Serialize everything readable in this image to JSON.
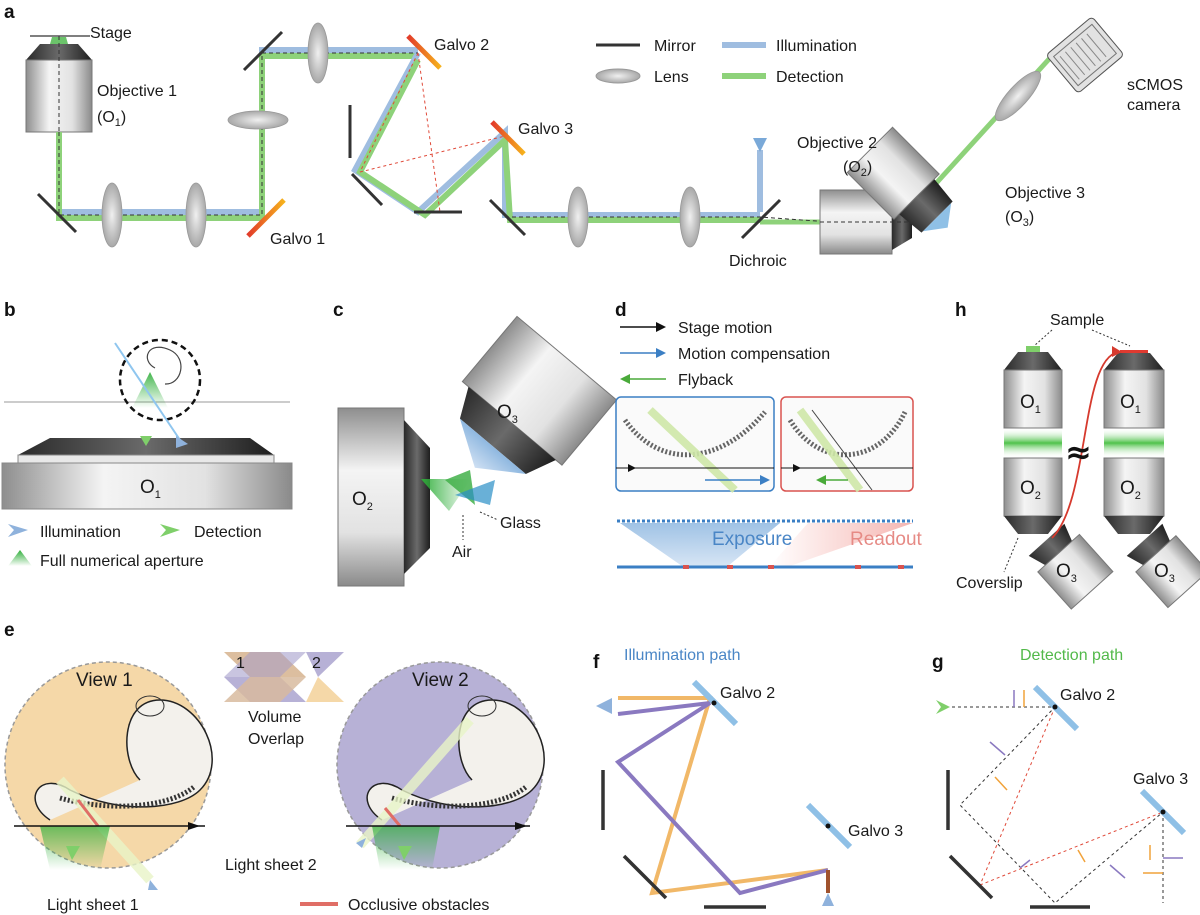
{
  "panels": {
    "a": "a",
    "b": "b",
    "c": "c",
    "d": "d",
    "e": "e",
    "f": "f",
    "g": "g",
    "h": "h"
  },
  "a": {
    "stage": "Stage",
    "objective1": "Objective 1",
    "o1_paren_open": "(O",
    "o1_sub": "1",
    "paren_close": ")",
    "galvo1": "Galvo 1",
    "galvo2": "Galvo 2",
    "galvo3": "Galvo 3",
    "dichroic": "Dichroic",
    "objective2": "Objective 2",
    "o2_paren_open": "(O",
    "o2_sub": "2",
    "objective3": "Objective 3",
    "o3_paren_open": "(O",
    "o3_sub": "3",
    "camera_line1": "sCMOS",
    "camera_line2": "camera",
    "legend": {
      "mirror": "Mirror",
      "lens": "Lens",
      "illumination": "Illumination",
      "detection": "Detection"
    }
  },
  "b": {
    "o_main": "O",
    "o_sub": "1",
    "legend_illumination": "Illumination",
    "legend_detection": "Detection",
    "legend_full_na": "Full numerical aperture"
  },
  "c": {
    "o2_main": "O",
    "o2_sub": "2",
    "o3_main": "O",
    "o3_sub": "3",
    "glass": "Glass",
    "air": "Air"
  },
  "d": {
    "stage_motion": "Stage motion",
    "motion_comp": "Motion compensation",
    "flyback": "Flyback",
    "exposure": "Exposure",
    "readout": "Readout"
  },
  "e": {
    "view1": "View 1",
    "view2": "View 2",
    "num1": "1",
    "num2": "2",
    "volume": "Volume",
    "overlap": "Overlap",
    "sheet1": "Light sheet 1",
    "sheet2": "Light sheet 2",
    "occlusive": "Occlusive obstacles"
  },
  "f": {
    "title": "Illumination path",
    "galvo2": "Galvo 2",
    "galvo3": "Galvo 3"
  },
  "g": {
    "title": "Detection path",
    "galvo2": "Galvo 2",
    "galvo3": "Galvo 3"
  },
  "h": {
    "sample": "Sample",
    "o1_main": "O",
    "o1_sub": "1",
    "o2_main": "O",
    "o2_sub": "2",
    "o3_main": "O",
    "o3_sub": "3",
    "approx": "≈",
    "coverslip": "Coverslip"
  },
  "colors": {
    "illumination": "#8fb2dc",
    "detection": "#7fcf6a",
    "galvo": "#f2a623",
    "view1": "#f5d8a8",
    "view2": "#b7b1d6",
    "occlusive": "#e06e66",
    "ill_f_purple": "#8a79c0",
    "ill_f_orange": "#f1b868"
  }
}
